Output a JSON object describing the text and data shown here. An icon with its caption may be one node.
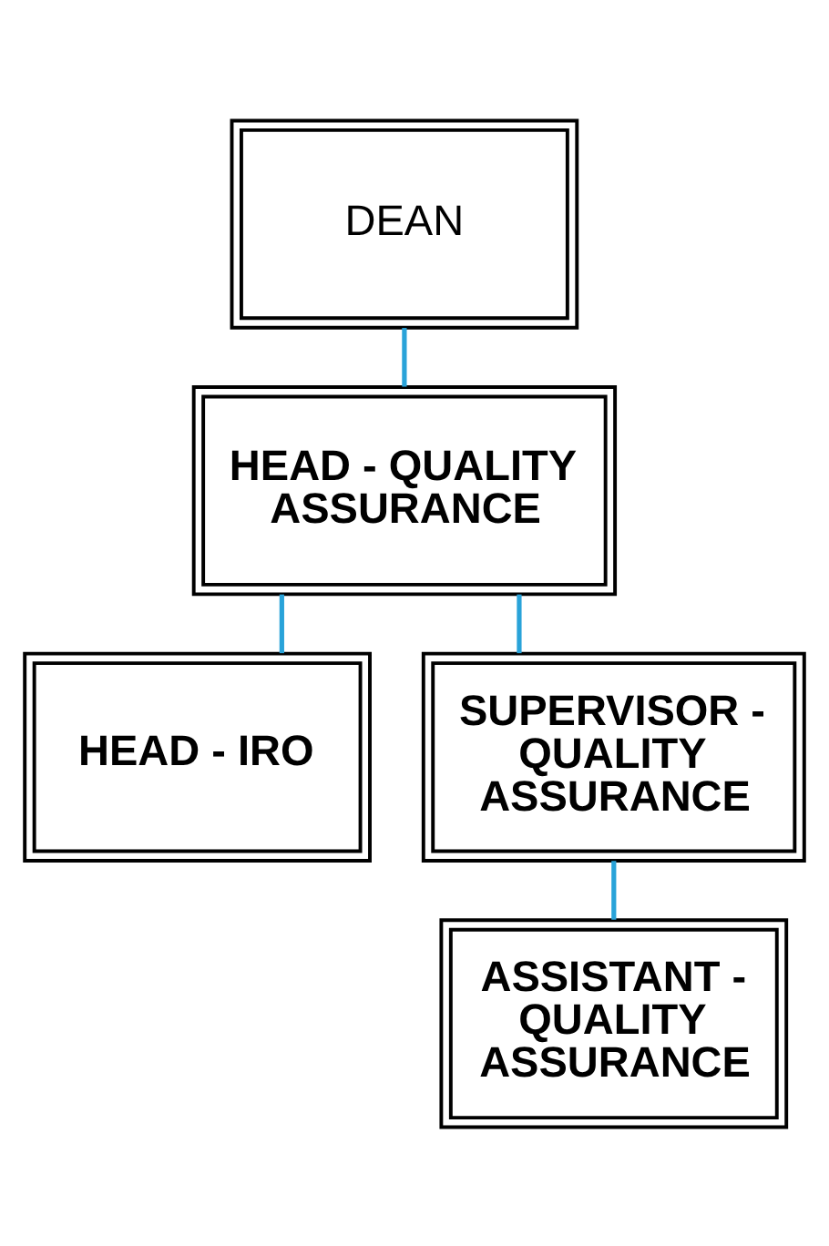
{
  "diagram": {
    "nodes": [
      {
        "text": [
          "DEAN"
        ]
      },
      {
        "text": [
          "HEAD - QUALITY ASSURANCE"
        ]
      },
      {
        "text": [
          "HEAD - IRO"
        ]
      },
      {
        "text": [
          "SUPERVISOR - QUALITY ASSURANCE"
        ]
      },
      {
        "text": [
          "ASSISTANT - QUALITY ASSURANCE"
        ]
      }
    ],
    "edges": [
      {
        "from": 0,
        "to": 1,
        "arrow": "none"
      },
      {
        "from": 1,
        "to": 2,
        "arrow": "none"
      },
      {
        "from": 1,
        "to": 3,
        "arrow": "none"
      },
      {
        "from": 3,
        "to": 4,
        "arrow": "none"
      }
    ]
  }
}
